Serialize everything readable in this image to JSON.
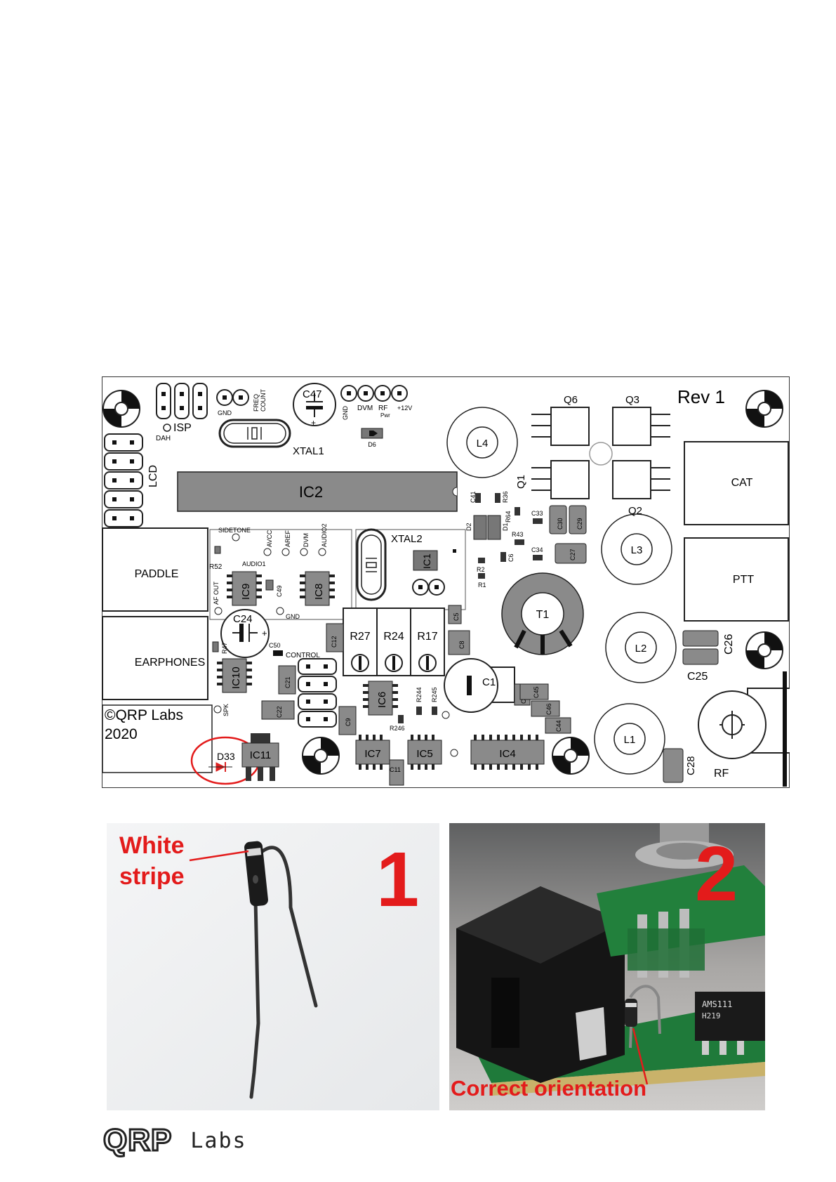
{
  "pcb": {
    "rev": "Rev 1",
    "copyright_line1": "©QRP Labs",
    "copyright_line2": "2020",
    "highlighted_part": "D33",
    "connectors": {
      "paddle": "PADDLE",
      "earphones": "EARPHONES",
      "cat": "CAT",
      "ptt": "PTT",
      "rf": "RF"
    },
    "header_labels": {
      "isp": "ISP",
      "dah": "DAH",
      "lcd": "LCD",
      "gnd": "GND",
      "freq": "FREQ",
      "count": "COUNT",
      "gnd2": "GND",
      "dvm": "DVM",
      "rf": "RF",
      "pwr": "Pwr",
      "plus12v": "+12V",
      "sidetone": "SIDETONE",
      "avcc": "AVCC",
      "aref": "AREF",
      "dvm2": "DVM",
      "audio2": "AUDIO2",
      "audio1": "AUDIO1",
      "af_out": "AF OUT",
      "gnd3": "GND",
      "control": "CONTROL",
      "spk": "SPK"
    },
    "parts": {
      "c47": "C47",
      "xtal1": "XTAL1",
      "xtal2": "XTAL2",
      "d6": "D6",
      "ic2": "IC2",
      "ic1": "IC1",
      "ic4": "IC4",
      "ic5": "IC5",
      "ic6": "IC6",
      "ic7": "IC7",
      "ic8": "IC8",
      "ic9": "IC9",
      "ic10": "IC10",
      "ic11": "IC11",
      "q1": "Q1",
      "q2": "Q2",
      "q3": "Q3",
      "q6": "Q6",
      "l1": "L1",
      "l2": "L2",
      "l3": "L3",
      "l4": "L4",
      "t1": "T1",
      "c1": "C1",
      "c24": "C24",
      "c25": "C25",
      "c26": "C26",
      "c28": "C28",
      "r17": "R17",
      "r24": "R24",
      "r27": "R27",
      "r52": "R52",
      "r43": "R43",
      "r64": "R64",
      "r36": "R36",
      "r2": "R2",
      "r1": "R1",
      "r244": "R244",
      "r245": "R245",
      "r246": "R246",
      "r47": "R47",
      "c41": "C41",
      "c33": "C33",
      "c34": "C34",
      "c30": "C30",
      "c29": "C29",
      "c27": "C27",
      "c6": "C6",
      "c5": "C5",
      "c8": "C8",
      "c9": "C9",
      "c11": "C11",
      "c12": "C12",
      "c21": "C21",
      "c22": "C22",
      "c43": "C43",
      "c44": "C44",
      "c45": "C45",
      "c46": "C46",
      "c49": "C49",
      "c50": "C50",
      "d1": "D1",
      "d2": "D2"
    }
  },
  "photo1": {
    "number": "1",
    "callout_line1": "White",
    "callout_line2": "stripe",
    "callout_color": "#e31b1b"
  },
  "photo2": {
    "number": "2",
    "callout": "Correct orientation",
    "chip_text_line1": "AMS111",
    "chip_text_line2": "H219",
    "callout_color": "#e31b1b"
  },
  "footer": {
    "logo_qrp": "QRP",
    "logo_labs": "Labs"
  }
}
